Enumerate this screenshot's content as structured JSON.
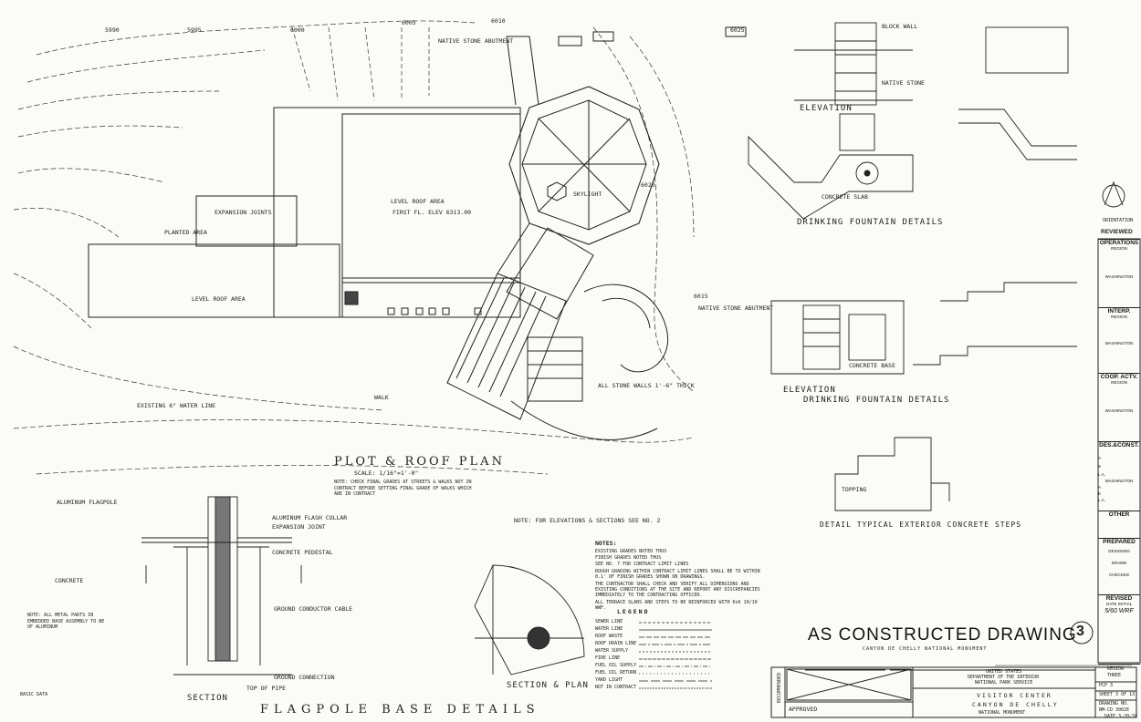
{
  "stamp": {
    "title": "AS CONSTRUCTED DRAWING",
    "number": "3"
  },
  "plan": {
    "title": "PLOT & ROOF PLAN",
    "scale": "SCALE: 1/16\"=1'-0\"",
    "note": "NOTE: CHECK FINAL GRADES AT STREETS & WALKS NOT IN CONTRACT BEFORE SETTING FINAL GRADE OF WALKS WHICH ARE IN CONTRACT",
    "labels": [
      "LEVEL ROOF AREA",
      "FIRST FL. ELEV 6313.00",
      "LEVEL ROOF AREA",
      "PLANTED AREA",
      "SKYLIGHT",
      "WALK",
      "EXISTING 6\" WATER LINE",
      "EXPANSION JOINTS",
      "ALL STONE WALLS 1'-6\" THICK",
      "NATIVE STONE ABUTMENT"
    ],
    "contours": [
      "6010",
      "6005",
      "6000",
      "5995",
      "5990",
      "6015",
      "6020",
      "6025"
    ]
  },
  "notes": {
    "heading": "NOTES:",
    "items": [
      "EXISTING GRADES NOTED THUS",
      "FINISH GRADES NOTED THUS",
      "SEE NO. 7 FOR CONTRACT LIMIT LINES",
      "ROUGH GRADING WITHIN CONTRACT LIMIT LINES SHALL BE TO WITHIN 0.1' OF FINISH GRADES SHOWN ON DRAWINGS.",
      "THE CONTRACTOR SHALL CHECK AND VERIFY ALL DIMENSIONS AND EXISTING CONDITIONS AT THE SITE AND REPORT ANY DISCREPANCIES IMMEDIATELY TO THE CONTRACTING OFFICER.",
      "ALL TERRACE SLABS AND STEPS TO BE REINFORCED WITH 6x6 10/10 WWF."
    ],
    "elev_note": "NOTE: FOR ELEVATIONS & SECTIONS SEE NO. 2"
  },
  "legend": {
    "heading": "LEGEND",
    "items": [
      "SEWER LINE",
      "WATER LINE",
      "ROOF WASTE",
      "ROOF DRAIN LINE",
      "WATER SUPPLY",
      "FIRE LINE",
      "FUEL OIL SUPPLY",
      "FUEL OIL RETURN",
      "YARD LIGHT",
      "NOT IN CONTRACT"
    ]
  },
  "flagpole": {
    "title": "FLAGPOLE BASE DETAILS",
    "section_label": "SECTION",
    "section_plan_label": "SECTION & PLAN",
    "labels": [
      "ALUMINUM FLAGPOLE",
      "ALUMINUM FLASH COLLAR",
      "EXPANSION JOINT",
      "CONCRETE PEDESTAL",
      "CONCRETE",
      "GROUND CONDUCTOR CABLE",
      "NOTE: ALL METAL PARTS IN EMBEDDED BASE ASSEMBLY TO BE OF ALUMINUM",
      "GROUND CONNECTION",
      "TOP OF PIPE"
    ]
  },
  "fountain": {
    "plan_title": "DRINKING FOUNTAIN DETAILS",
    "elev_title": "ELEVATION",
    "elev2_title": "DRINKING FOUNTAIN DETAILS",
    "detail_title": "DETAIL TYPICAL EXTERIOR CONCRETE STEPS",
    "labels": [
      "BLOCK WALL",
      "NATIVE STONE",
      "CONCRETE SLAB",
      "NATIVE STONE ABUTMENT",
      "CONCRETE BASE",
      "TOPPING"
    ]
  },
  "title_block": {
    "recommended": "RECOMMENDED",
    "approved": "APPROVED",
    "agency": [
      "UNITED STATES",
      "DEPARTMENT OF THE INTERIOR",
      "NATIONAL PARK SERVICE"
    ],
    "project": [
      "VISITOR CENTER",
      "CANYON DE CHELLY",
      "NATIONAL MONUMENT"
    ],
    "stamp_line": "CANYON DE CHELLY NATIONAL MONUMENT",
    "region_label": "REGION",
    "region_value": "THREE",
    "pcp_label": "PCP 3",
    "sheet_label": "SHEET 3 OF 13",
    "drawing_no_label": "DRAWING NO.",
    "drawing_no": "NM-CD 3002E",
    "date": "DATE 3-20-58",
    "basic_data": "BASIC DATA"
  },
  "right_strip": {
    "orientation": "ORIENTATION",
    "reviewed": "REVIEWED",
    "sections": [
      {
        "head": "OPERATIONS",
        "sub": [
          "REGION",
          "WASHINGTON"
        ]
      },
      {
        "head": "INTERP.",
        "sub": [
          "REGION",
          "WASHINGTON"
        ]
      },
      {
        "head": "COOP. ACTV.",
        "sub": [
          "REGION",
          "WASHINGTON"
        ]
      },
      {
        "head": "DES.&CONST.",
        "sub": [
          "A",
          "S",
          "L.A.",
          "WASHINGTON",
          "A",
          "E",
          "L.A."
        ]
      },
      {
        "head": "OTHER",
        "sub": []
      },
      {
        "head": "PREPARED",
        "sub": [
          "DESIGNED",
          "DRAWN",
          "CHECKED"
        ]
      },
      {
        "head": "REVISED",
        "sub": [
          "DATE",
          "INITIAL"
        ]
      }
    ],
    "revised_note": "5/60 WRF"
  }
}
